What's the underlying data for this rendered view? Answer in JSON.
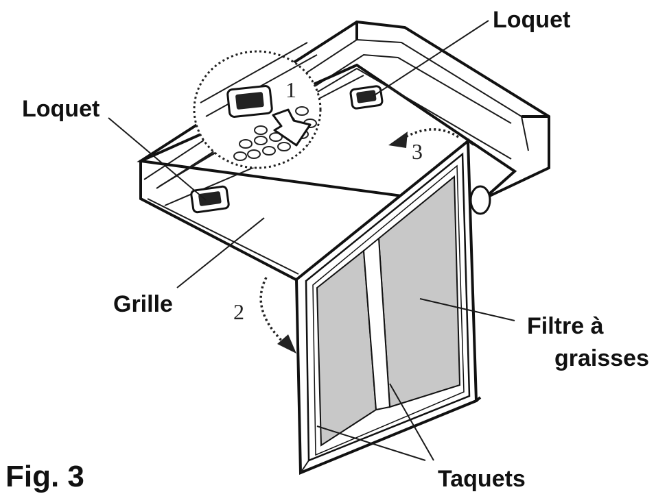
{
  "labels": {
    "latch_top": "Loquet",
    "latch_left": "Loquet",
    "grille": "Grille",
    "filter_line1": "Filtre à",
    "filter_line2": "graisses",
    "tabs": "Taquets",
    "figure": "Fig. 3"
  },
  "steps": {
    "step1": "1",
    "step2": "2",
    "step3": "3"
  },
  "colors": {
    "line": "#111111",
    "filter_fill": "#c8c8c8",
    "background": "#ffffff"
  }
}
